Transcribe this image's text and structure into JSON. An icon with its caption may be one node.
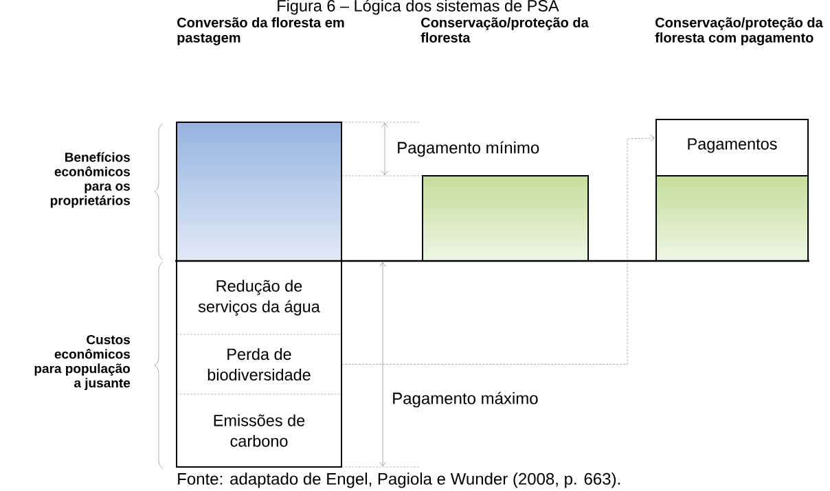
{
  "diagram": {
    "title": "Figura 6 – Lógica dos sistemas de PSA",
    "caption": "Fonte: adaptado de Engel, Pagiola e Wunder (2008, p. 663).",
    "nodes": [
      {
        "text": [],
        "shape": "bar"
      },
      {
        "text": [
          "Redução de serviços da água"
        ]
      },
      {
        "text": [
          "Perda de biodiversidade"
        ]
      },
      {
        "text": [
          "Emissões de carbono"
        ]
      },
      {
        "text": [],
        "shape": "bar"
      },
      {
        "text": [
          "Pagamentos"
        ]
      },
      {
        "text": [],
        "shape": "bar"
      }
    ],
    "edges": [
      {
        "from": 2,
        "to": 5,
        "arrow": "to",
        "style": "dashed"
      }
    ],
    "labels": [
      "Conversão da floresta em pastagem",
      "Conservação/proteção da floresta",
      "Conservação/proteção da floresta com pagamento",
      "Pagamento mínimo",
      "Benefícios econômicos para os proprietários",
      "Custos econômicos para população a jusante",
      "Pagamento máximo"
    ]
  }
}
